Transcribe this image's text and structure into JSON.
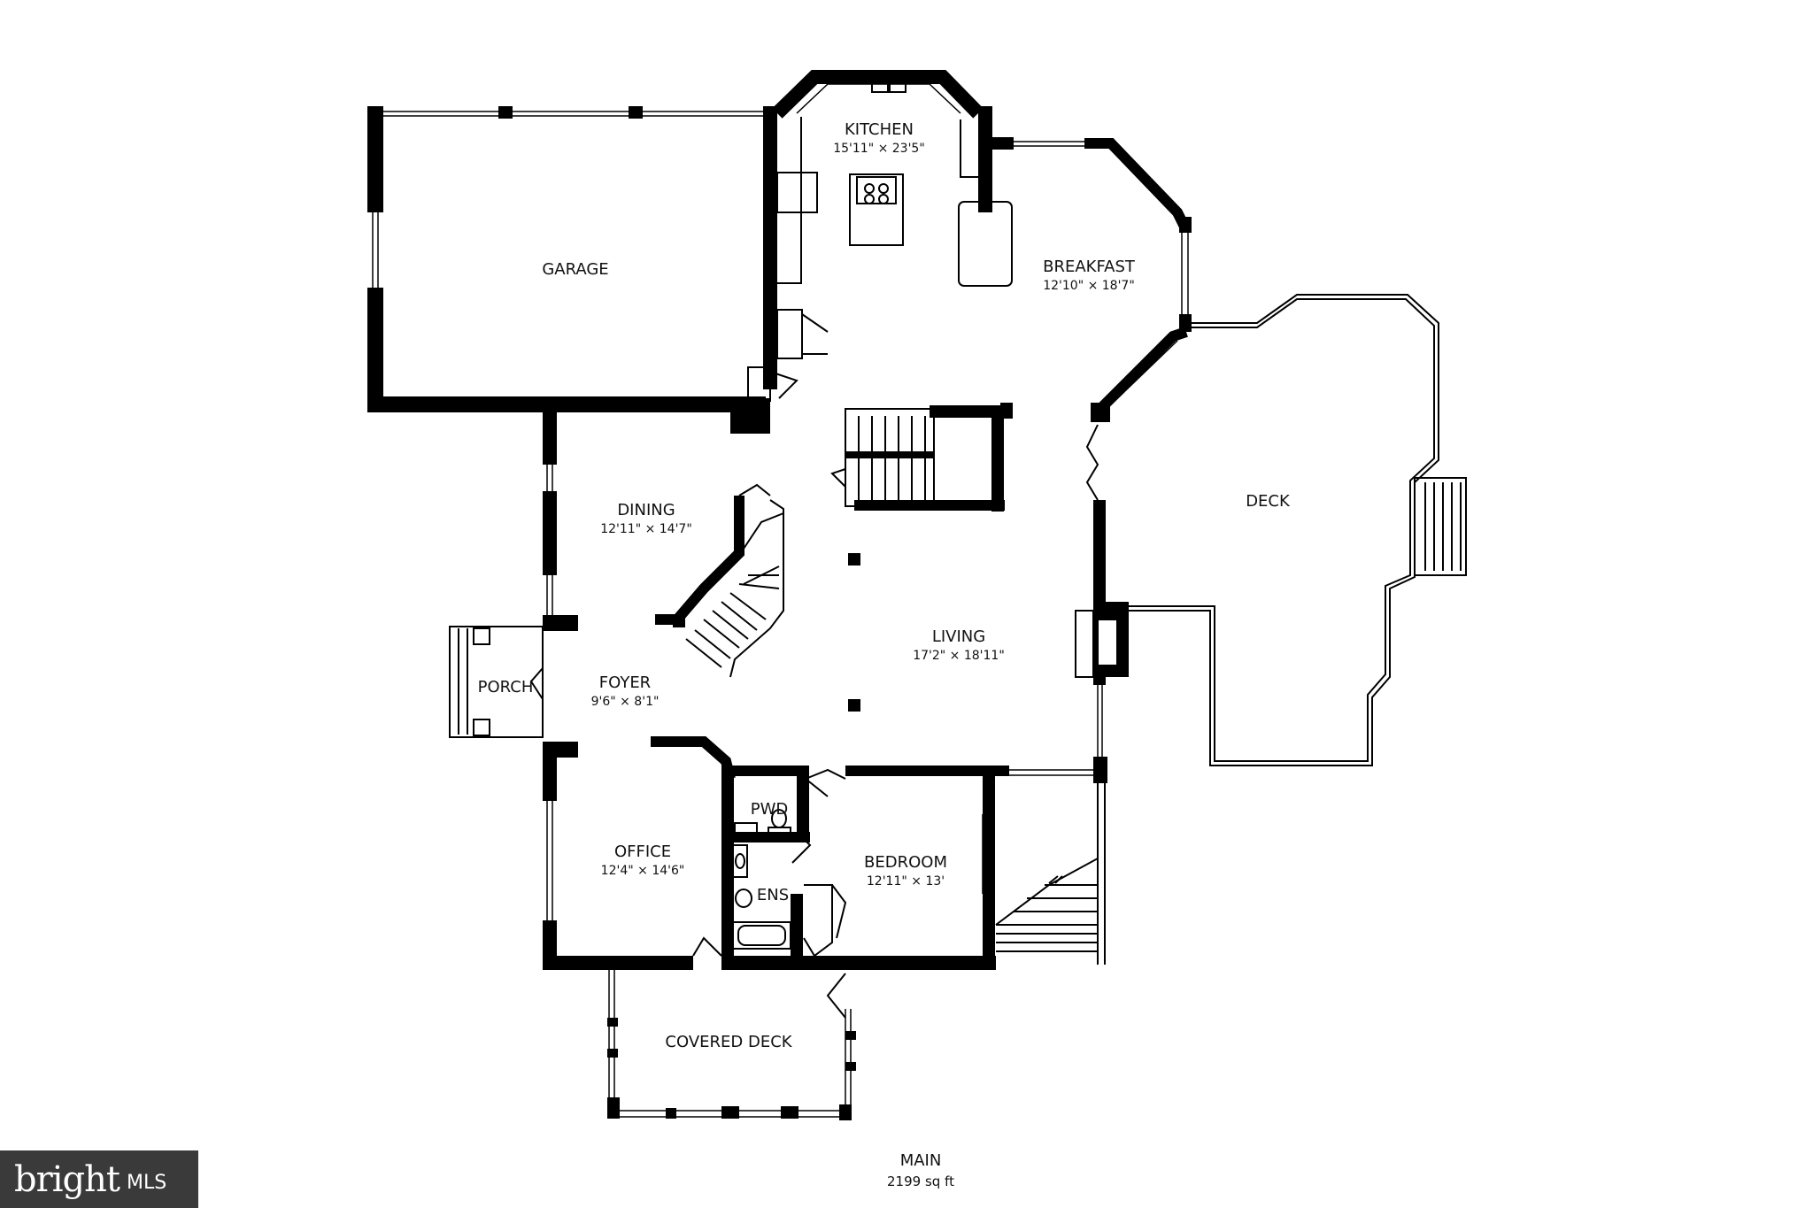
{
  "rooms": {
    "garage": {
      "name": "GARAGE"
    },
    "kitchen": {
      "name": "KITCHEN",
      "dims": "15'11\" × 23'5\""
    },
    "breakfast": {
      "name": "BREAKFAST",
      "dims": "12'10\" × 18'7\""
    },
    "deck": {
      "name": "DECK"
    },
    "dining": {
      "name": "DINING",
      "dims": "12'11\" × 14'7\""
    },
    "living": {
      "name": "LIVING",
      "dims": "17'2\" × 18'11\""
    },
    "porch": {
      "name": "PORCH"
    },
    "foyer": {
      "name": "FOYER",
      "dims": "9'6\" × 8'1\""
    },
    "pwd": {
      "name": "PWD"
    },
    "office": {
      "name": "OFFICE",
      "dims": "12'4\" × 14'6\""
    },
    "bedroom": {
      "name": "BEDROOM",
      "dims": "12'11\" × 13'"
    },
    "ens": {
      "name": "ENS"
    },
    "covered_deck": {
      "name": "COVERED DECK"
    }
  },
  "floor": {
    "name": "MAIN",
    "area": "2199 sq ft"
  },
  "watermark": {
    "brand": "bright",
    "suffix": "MLS"
  }
}
